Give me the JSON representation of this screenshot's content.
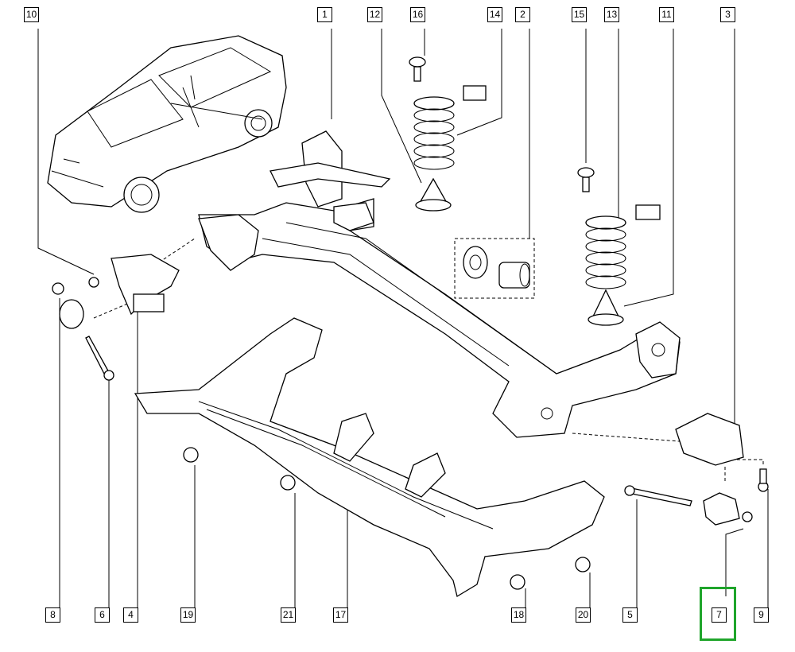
{
  "diagram": {
    "top_labels": [
      "10",
      "1",
      "12",
      "16",
      "14",
      "2",
      "15",
      "13",
      "11",
      "3"
    ],
    "bottom_labels": [
      "8",
      "6",
      "4",
      "19",
      "21",
      "17",
      "18",
      "20",
      "5",
      "7",
      "9"
    ],
    "selected_label": "7",
    "highlight_color": "#1fa52b"
  }
}
